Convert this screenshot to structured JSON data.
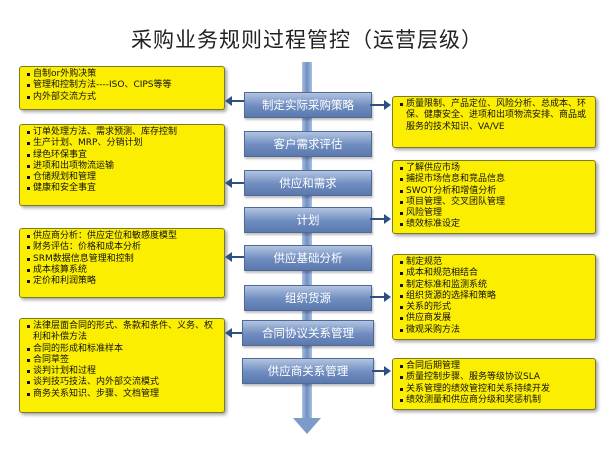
{
  "title": "采购业务规则过程管控（运营层级）",
  "steps": [
    "制定实际采购策略",
    "客户需求评估",
    "供应和需求",
    "计划",
    "供应基础分析",
    "组织货源",
    "合同协议关系管理",
    "供应商关系管理"
  ],
  "left_boxes": [
    [
      "自制or外购决策",
      "管理和控制方法----ISO、CIPS等等",
      "内外部交流方式"
    ],
    [
      "订单处理方法、需求预测、库存控制",
      "生产计划、MRP、分销计划",
      "绿色环保事宜",
      "进项和出项物流运输",
      "仓储规划和管理",
      "健康和安全事宜"
    ],
    [
      "供应商分析：供应定位和敏感度模型",
      "财务评估：价格和成本分析",
      "SRM数据信息管理和控制",
      "成本核算系统",
      "定价和利润策略"
    ],
    [
      "法律层面合同的形式、条款和条件、义务、权利和补偿方法",
      "合同的形成和标准样本",
      "合同草签",
      "谈判计划和过程",
      "谈判技巧技法、内外部交流模式",
      "商务关系知识、步骤、文档管理"
    ]
  ],
  "right_boxes": [
    [
      "质量限制、产品定位、风险分析、总成本、环保、健康安全、进项和出项物流安排、商品或服务的技术知识、VA/VE"
    ],
    [
      "了解供应市场",
      "捕捉市场信息和竞品信息",
      "SWOT分析和增值分析",
      "项目管理、交叉团队管理",
      "风险管理",
      "绩效标准设定"
    ],
    [
      "制定规范",
      "成本和规范相结合",
      "制定标准和监测系统",
      "组织货源的选择和策略",
      "关系的形式",
      "供应商发展",
      "微观采购方法"
    ],
    [
      "合同后期管理",
      "质量控制步骤、服务等级协议SLA",
      "关系管理的绩效管控和关系持续开发",
      "绩效测量和供应商分级和奖惩机制"
    ]
  ]
}
